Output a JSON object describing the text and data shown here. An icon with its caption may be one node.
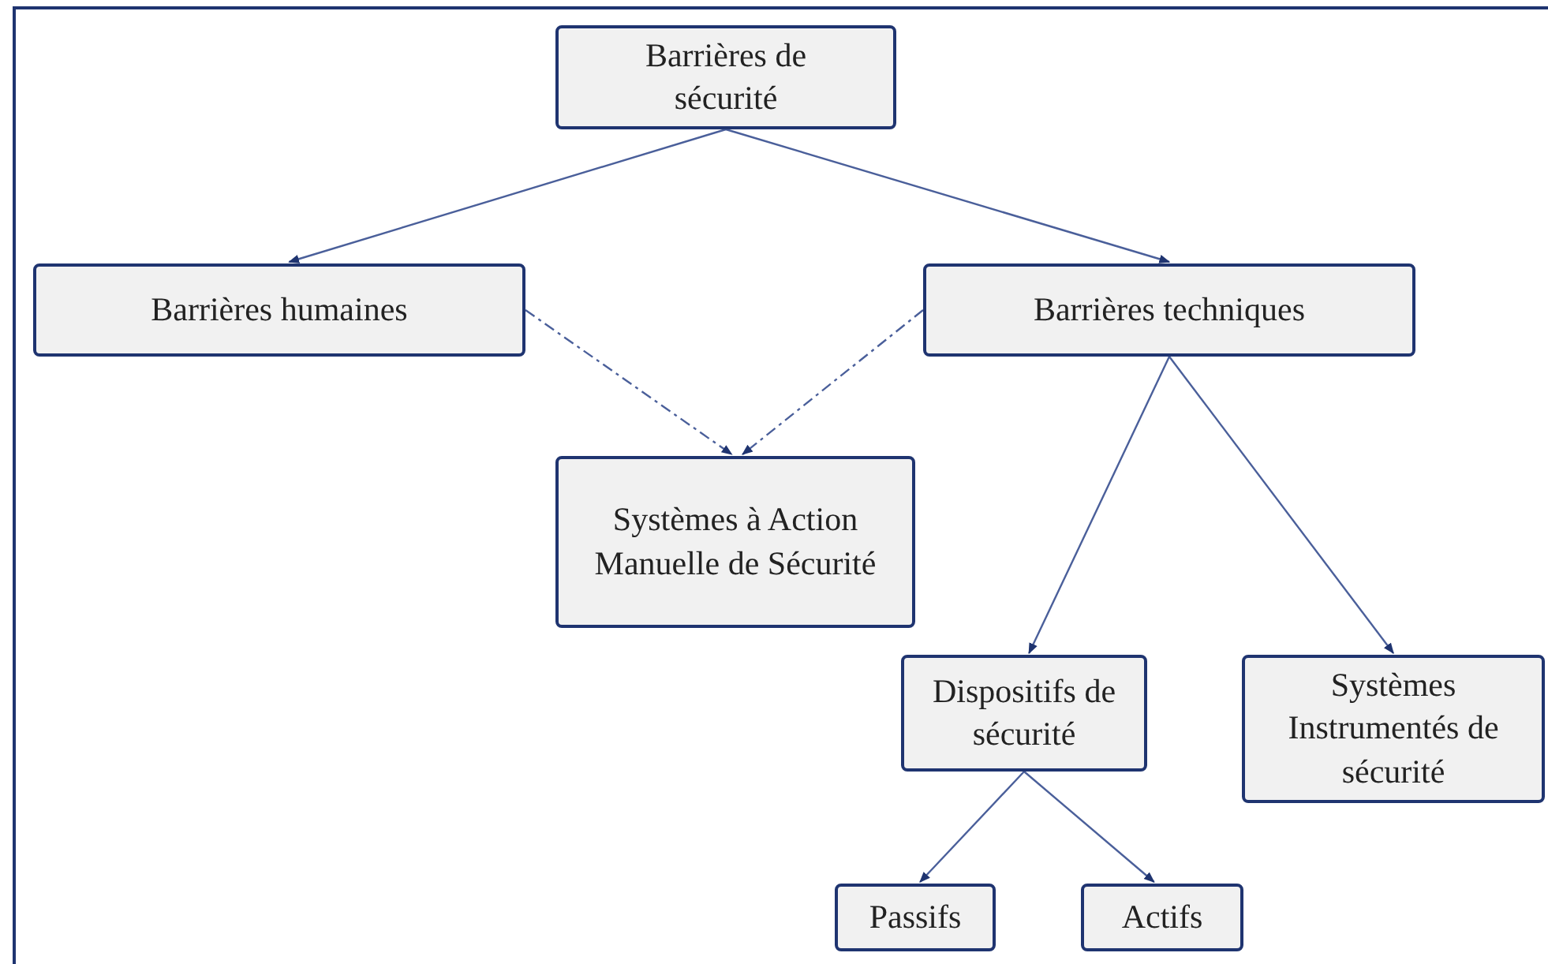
{
  "diagram": {
    "nodes": [
      {
        "text": [
          "Barrières de sécurité"
        ]
      },
      {
        "text": [
          "Barrières humaines"
        ]
      },
      {
        "text": [
          "Barrières techniques"
        ]
      },
      {
        "text": [
          "Systèmes à Action Manuelle de Sécurité"
        ]
      },
      {
        "text": [
          "Dispositifs de sécurité"
        ]
      },
      {
        "text": [
          "Systèmes Instrumentés de sécurité"
        ]
      },
      {
        "text": [
          "Passifs"
        ]
      },
      {
        "text": [
          "Actifs"
        ]
      }
    ],
    "edges": [
      {
        "from": 0,
        "to": 1,
        "arrow": "to"
      },
      {
        "from": 0,
        "to": 2,
        "arrow": "to"
      },
      {
        "from": 1,
        "to": 3,
        "arrow": "to",
        "style": "dashed"
      },
      {
        "from": 2,
        "to": 3,
        "arrow": "to",
        "style": "dashed"
      },
      {
        "from": 2,
        "to": 4,
        "arrow": "to"
      },
      {
        "from": 2,
        "to": 5,
        "arrow": "to"
      },
      {
        "from": 4,
        "to": 6,
        "arrow": "to"
      },
      {
        "from": 4,
        "to": 7,
        "arrow": "to"
      }
    ]
  }
}
